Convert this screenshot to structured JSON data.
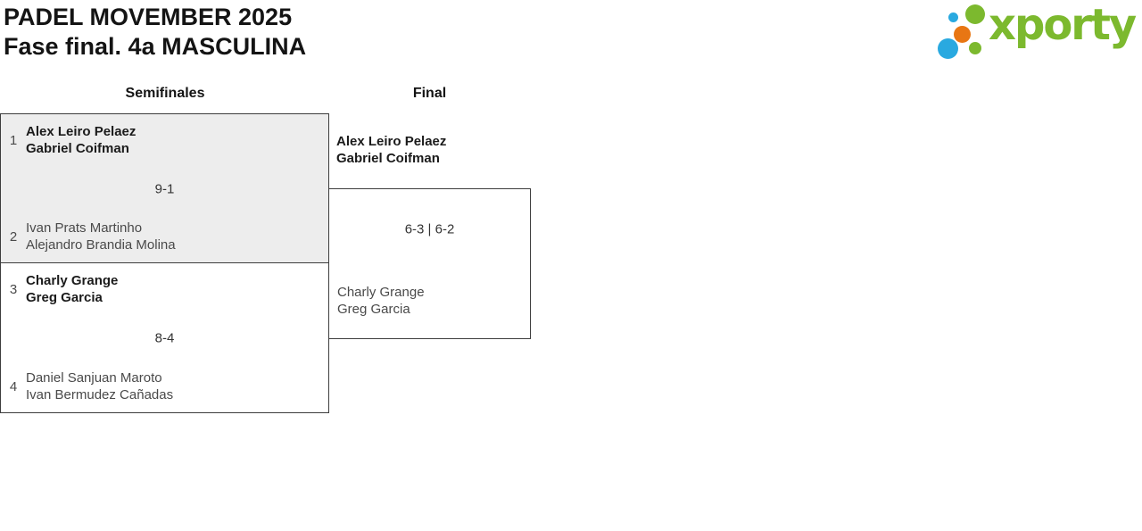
{
  "header": {
    "title": "PADEL MOVEMBER 2025",
    "subtitle": "Fase final. 4a MASCULINA"
  },
  "logo": {
    "brand": "xporty"
  },
  "colors": {
    "brand_green": "#7cb92e",
    "dot_blue": "#29a9e0",
    "dot_orange": "#e87613",
    "box_gray": "#ededed",
    "border_dark": "#3d3d3d"
  },
  "columns": [
    {
      "label": "Semifinales"
    },
    {
      "label": "Final"
    }
  ],
  "semifinals": [
    {
      "seed_top": "1",
      "team_top": {
        "player1": "Alex Leiro Pelaez",
        "player2": "Gabriel Coifman",
        "winner": true
      },
      "score": "9-1",
      "seed_bottom": "2",
      "team_bottom": {
        "player1": "Ivan Prats Martinho",
        "player2": "Alejandro Brandia Molina",
        "winner": false
      }
    },
    {
      "seed_top": "3",
      "team_top": {
        "player1": "Charly Grange",
        "player2": "Greg Garcia",
        "winner": true
      },
      "score": "8-4",
      "seed_bottom": "4",
      "team_bottom": {
        "player1": "Daniel Sanjuan Maroto",
        "player2": "Ivan Bermudez Cañadas",
        "winner": false
      }
    }
  ],
  "final": {
    "team_top": {
      "player1": "Alex Leiro Pelaez",
      "player2": "Gabriel Coifman",
      "winner": true
    },
    "score": "6-3 | 6-2",
    "team_bottom": {
      "player1": "Charly Grange",
      "player2": "Greg Garcia",
      "winner": false
    }
  }
}
